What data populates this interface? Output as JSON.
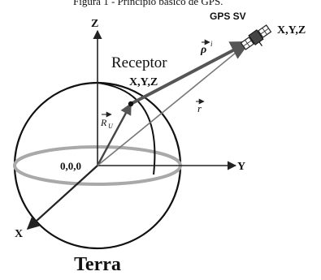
{
  "figure": {
    "top_caption": "Figura 1 - Princípio básico de GPS.",
    "axes": {
      "z_label": "Z",
      "y_label": "Y",
      "x_label": "X",
      "origin_label": "0,0,0"
    },
    "satellite": {
      "label": "GPS SV",
      "coords": "X,Y,Z"
    },
    "receiver": {
      "label": "Receptor",
      "coords": "X,Y,Z"
    },
    "vectors": {
      "pseudorange": "ρ",
      "pseudorange_superscript": "i",
      "user_position": "R",
      "user_position_subscript": "U",
      "satellite_position": "r"
    },
    "earth_label": "Terra",
    "colors": {
      "sphere_outline": "#111111",
      "equator_ring": "#a9a9a9",
      "axis": "#222222",
      "vector": "#555555",
      "text": "#111111"
    }
  }
}
